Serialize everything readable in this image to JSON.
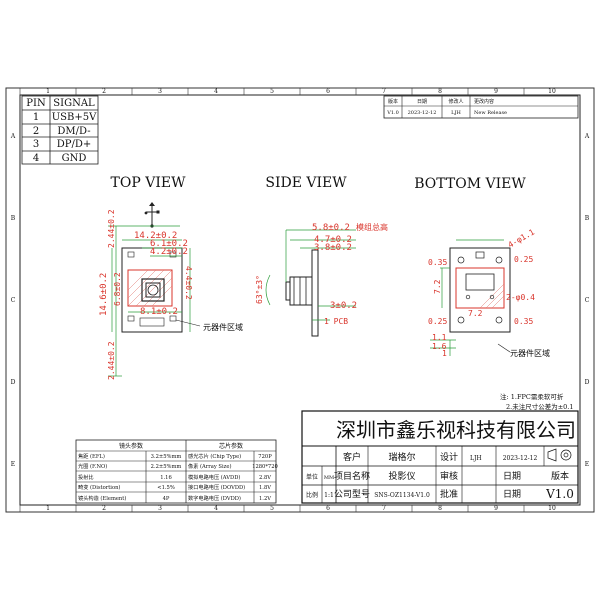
{
  "frame": {
    "top_numbers": [
      "1",
      "2",
      "3",
      "4",
      "5",
      "6",
      "7",
      "8",
      "9",
      "10"
    ],
    "bottom_numbers": [
      "1",
      "2",
      "3",
      "4",
      "5",
      "6",
      "7",
      "8",
      "9",
      "10"
    ],
    "side_letters": [
      "A",
      "B",
      "C",
      "D",
      "E"
    ]
  },
  "pin_table": {
    "headers": [
      "PIN",
      "SIGNAL"
    ],
    "rows": [
      [
        "1",
        "USB+5V"
      ],
      [
        "2",
        "DM/D-"
      ],
      [
        "3",
        "DP/D+"
      ],
      [
        "4",
        "GND"
      ]
    ]
  },
  "revision_table": {
    "headers": [
      "版本",
      "日期",
      "修改人",
      "更改内容"
    ],
    "row": [
      "V1.0",
      "2023-12-12",
      "LJH",
      "New Release"
    ]
  },
  "views": {
    "top": "TOP VIEW",
    "side": "SIDE VIEW",
    "bottom": "BOTTOM VIEW"
  },
  "dimensions": {
    "top_width": "14.2±0.2",
    "top_inner": "6.1±0.2",
    "top_inner2": "4.2±0.2",
    "top_a": "4.4±0.2",
    "top_b": "2.44±0.2",
    "top_c": "6.8±0.2",
    "top_height": "14.6±0.2",
    "top_d": "8.1±0.2",
    "top_e": "2.44±0.2",
    "top_label": "元器件区域",
    "side_a": "5.8±0.2",
    "side_a_note": "模组总高",
    "side_b": "4.7±0.2",
    "side_c": "3.8±0.2",
    "side_d": "3±0.2",
    "side_pcb": "1 PCB",
    "side_angle": "63°±3°",
    "bottom_hole": "4-φ1.1",
    "bottom_a": "0.35",
    "bottom_b": "0.25",
    "bottom_c": "2-φ0.4",
    "bottom_d": "7.2",
    "bottom_e": "7.2",
    "bottom_f": "0.25",
    "bottom_g": "0.35",
    "bottom_h": "1.1",
    "bottom_i": "1.6",
    "bottom_j": "1",
    "bottom_label": "元器件区域"
  },
  "notes": [
    "注: 1.FPC需柔软可折",
    "2.未注尺寸公差为±0.1"
  ],
  "lens_params": {
    "title": "镜头参数",
    "rows": [
      [
        "焦距 (EFL)",
        "3.2±5%mm"
      ],
      [
        "光圈 (F.NO)",
        "2.2±5%mm"
      ],
      [
        "投射比",
        "1.16"
      ],
      [
        "畸变 (Distortion)",
        "<1.5%"
      ],
      [
        "镜头构造 (Element)",
        "4P"
      ]
    ]
  },
  "chip_params": {
    "title": "芯片参数",
    "rows": [
      [
        "感光芯片 (Chip Type)",
        "720P"
      ],
      [
        "像素 (Array Size)",
        "1280*720"
      ],
      [
        "模拟电路电压 (AVDD)",
        "2.8V"
      ],
      [
        "接口电路电压 (DOVDD)",
        "1.8V"
      ],
      [
        "数字电路电压 (DVDD)",
        "1.2V"
      ]
    ]
  },
  "title_block": {
    "company": "深圳市鑫乐视科技有限公司",
    "customer_label": "客户",
    "customer": "瑞格尔",
    "design_label": "设计",
    "designer": "LJH",
    "date_label": "日期",
    "date": "2023-12-12",
    "version_label": "版本",
    "unit_label": "单位",
    "unit": "MM",
    "project_label": "项目名称",
    "project": "投影仪",
    "review_label": "审核",
    "review_date_label": "日期",
    "scale_label": "比例",
    "scale": "1:1",
    "model_label": "公司型号",
    "model": "SNS-OZ1134-V1.0",
    "approve_label": "批准",
    "approve_date_label": "日期",
    "version": "V1.0"
  }
}
